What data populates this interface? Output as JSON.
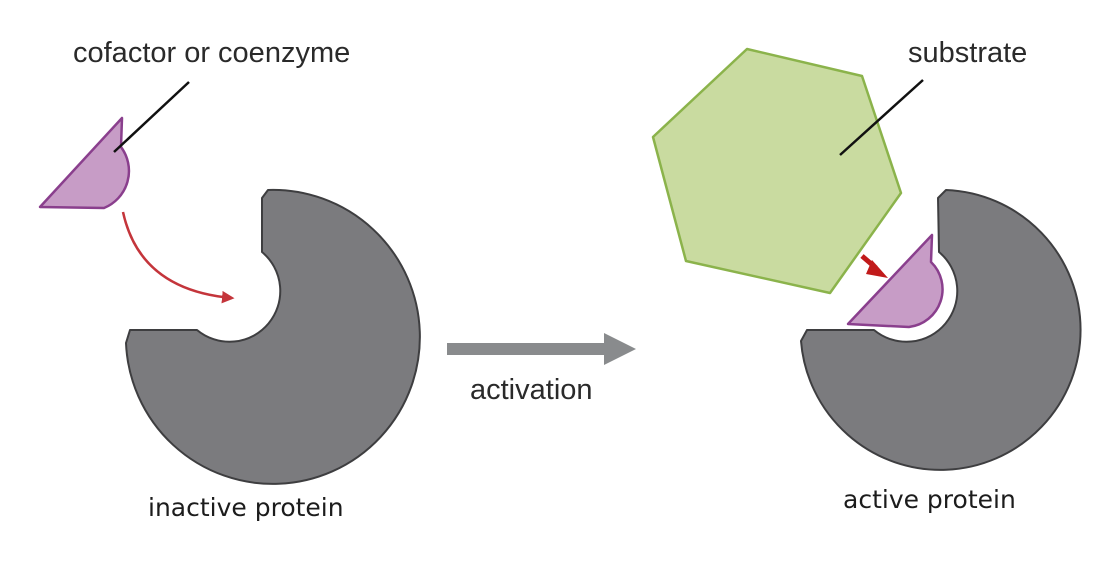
{
  "labels": {
    "cofactor": "cofactor or coenzyme",
    "substrate": "substrate",
    "activation": "activation",
    "inactive": "inactive protein",
    "active": "active protein"
  },
  "colors": {
    "protein": "#7b7b7e",
    "protein_outline": "#3e3e40",
    "cofactor_fill": "#c79cc6",
    "cofactor_outline": "#8a3f8d",
    "substrate_fill": "#c9dba0",
    "substrate_outline": "#8bb34b",
    "curved_arrow": "#c4353b",
    "small_arrow": "#c11a1a",
    "activation_arrow": "#898b8d",
    "leader_line": "#111111"
  }
}
